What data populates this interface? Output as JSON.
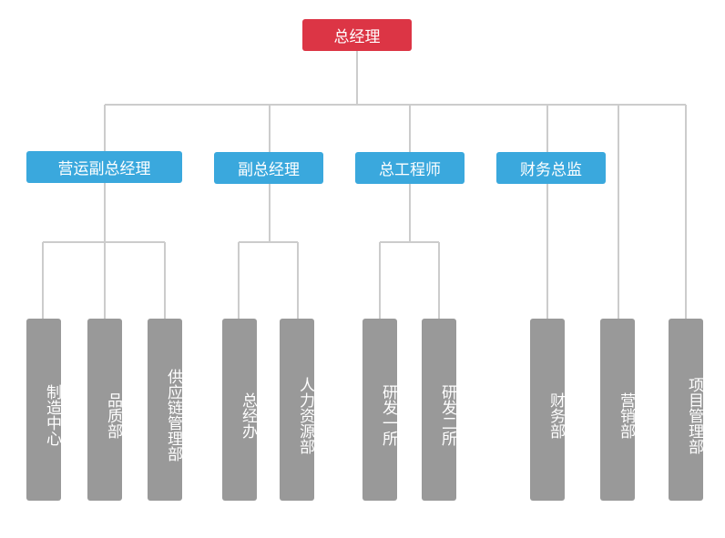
{
  "root": {
    "label": "总经理"
  },
  "executives": [
    {
      "label": "营运副总经理"
    },
    {
      "label": "副总经理"
    },
    {
      "label": "总工程师"
    },
    {
      "label": "财务总监"
    }
  ],
  "departments": [
    {
      "label": "制造中心"
    },
    {
      "label": "品质部"
    },
    {
      "label": "供应链管理部"
    },
    {
      "label": "总经办"
    },
    {
      "label": "人力资源部"
    },
    {
      "label": "研发一所"
    },
    {
      "label": "研发二所"
    },
    {
      "label": "财务部"
    },
    {
      "label": "营销部"
    },
    {
      "label": "项目管理部"
    }
  ],
  "colors": {
    "root": "#dc3545",
    "executive": "#3aa8dd",
    "department": "#999999",
    "connector": "#cccccc"
  }
}
